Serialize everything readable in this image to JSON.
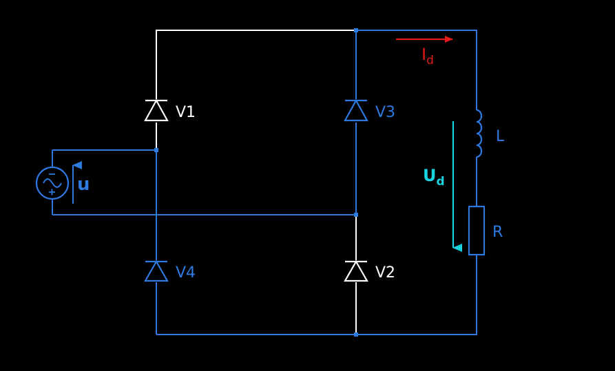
{
  "colors": {
    "background": "#000000",
    "wire_blue": "#2e7ae0",
    "wire_white": "#ffffff",
    "current_red": "#e21a1a",
    "voltage_cyan": "#19d3de"
  },
  "components": {
    "v1": {
      "label": "V1",
      "color": "#ffffff"
    },
    "v2": {
      "label": "V2",
      "color": "#ffffff"
    },
    "v3": {
      "label": "V3",
      "color": "#2e7ae0"
    },
    "v4": {
      "label": "V4",
      "color": "#2e7ae0"
    },
    "inductor": {
      "label": "L"
    },
    "resistor": {
      "label": "R"
    },
    "source": {
      "label": "u",
      "symbol": "ac-source-icon"
    }
  },
  "annotations": {
    "current": {
      "main": "I",
      "sub": "d"
    },
    "voltage": {
      "main": "U",
      "sub": "d"
    }
  }
}
